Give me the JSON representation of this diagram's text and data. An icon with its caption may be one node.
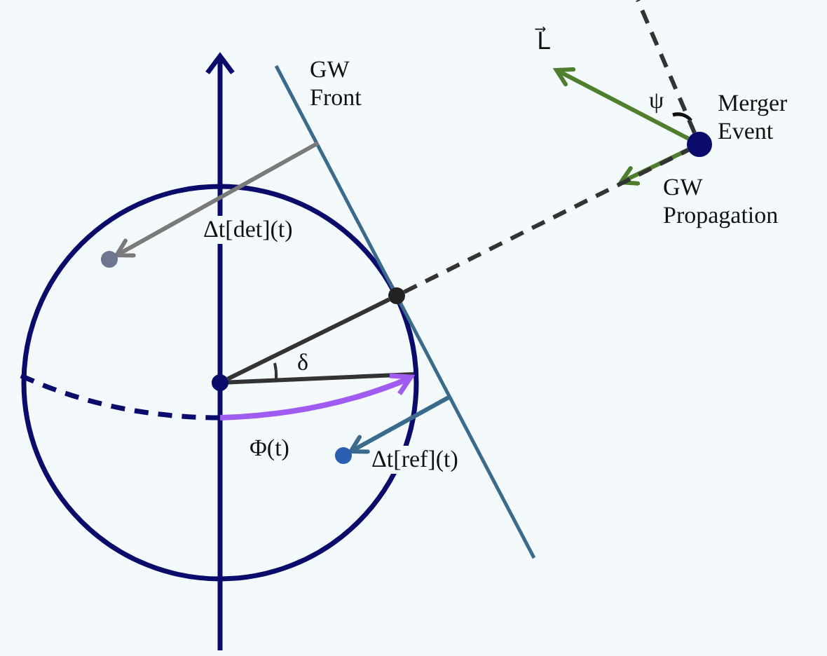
{
  "diagram": {
    "nodes": [
      {
        "text": [],
        "shape": "circle",
        "beside": [
          "Merger Event"
        ]
      },
      {
        "text": [],
        "shape": "circle"
      },
      {
        "text": [],
        "shape": "circle"
      },
      {
        "text": [],
        "shape": "circle"
      },
      {
        "text": [],
        "shape": "circle"
      }
    ],
    "edges": [
      {
        "from": 0,
        "to": null,
        "arrow": "to",
        "label": "L⃗",
        "color": "#4f7f2d"
      },
      {
        "from": 0,
        "to": null,
        "arrow": "to",
        "label": "GW Propagation",
        "color": "#4f7f2d"
      },
      {
        "from": null,
        "to": 1,
        "arrow": "to",
        "label": "Δt[det](t)",
        "color": "#7a7a7a"
      },
      {
        "from": null,
        "to": 2,
        "arrow": "to",
        "label": "Δt[ref](t)",
        "color": "#3a6b8c"
      },
      {
        "from": 3,
        "to": 4,
        "arrow": "none"
      },
      {
        "from": 4,
        "to": 0,
        "arrow": "none",
        "style": "dashed"
      },
      {
        "from": 0,
        "to": null,
        "arrow": "none",
        "style": "dashed"
      }
    ],
    "labels": [
      "GW Front",
      "ψ",
      "δ",
      "Φ(t)"
    ]
  }
}
